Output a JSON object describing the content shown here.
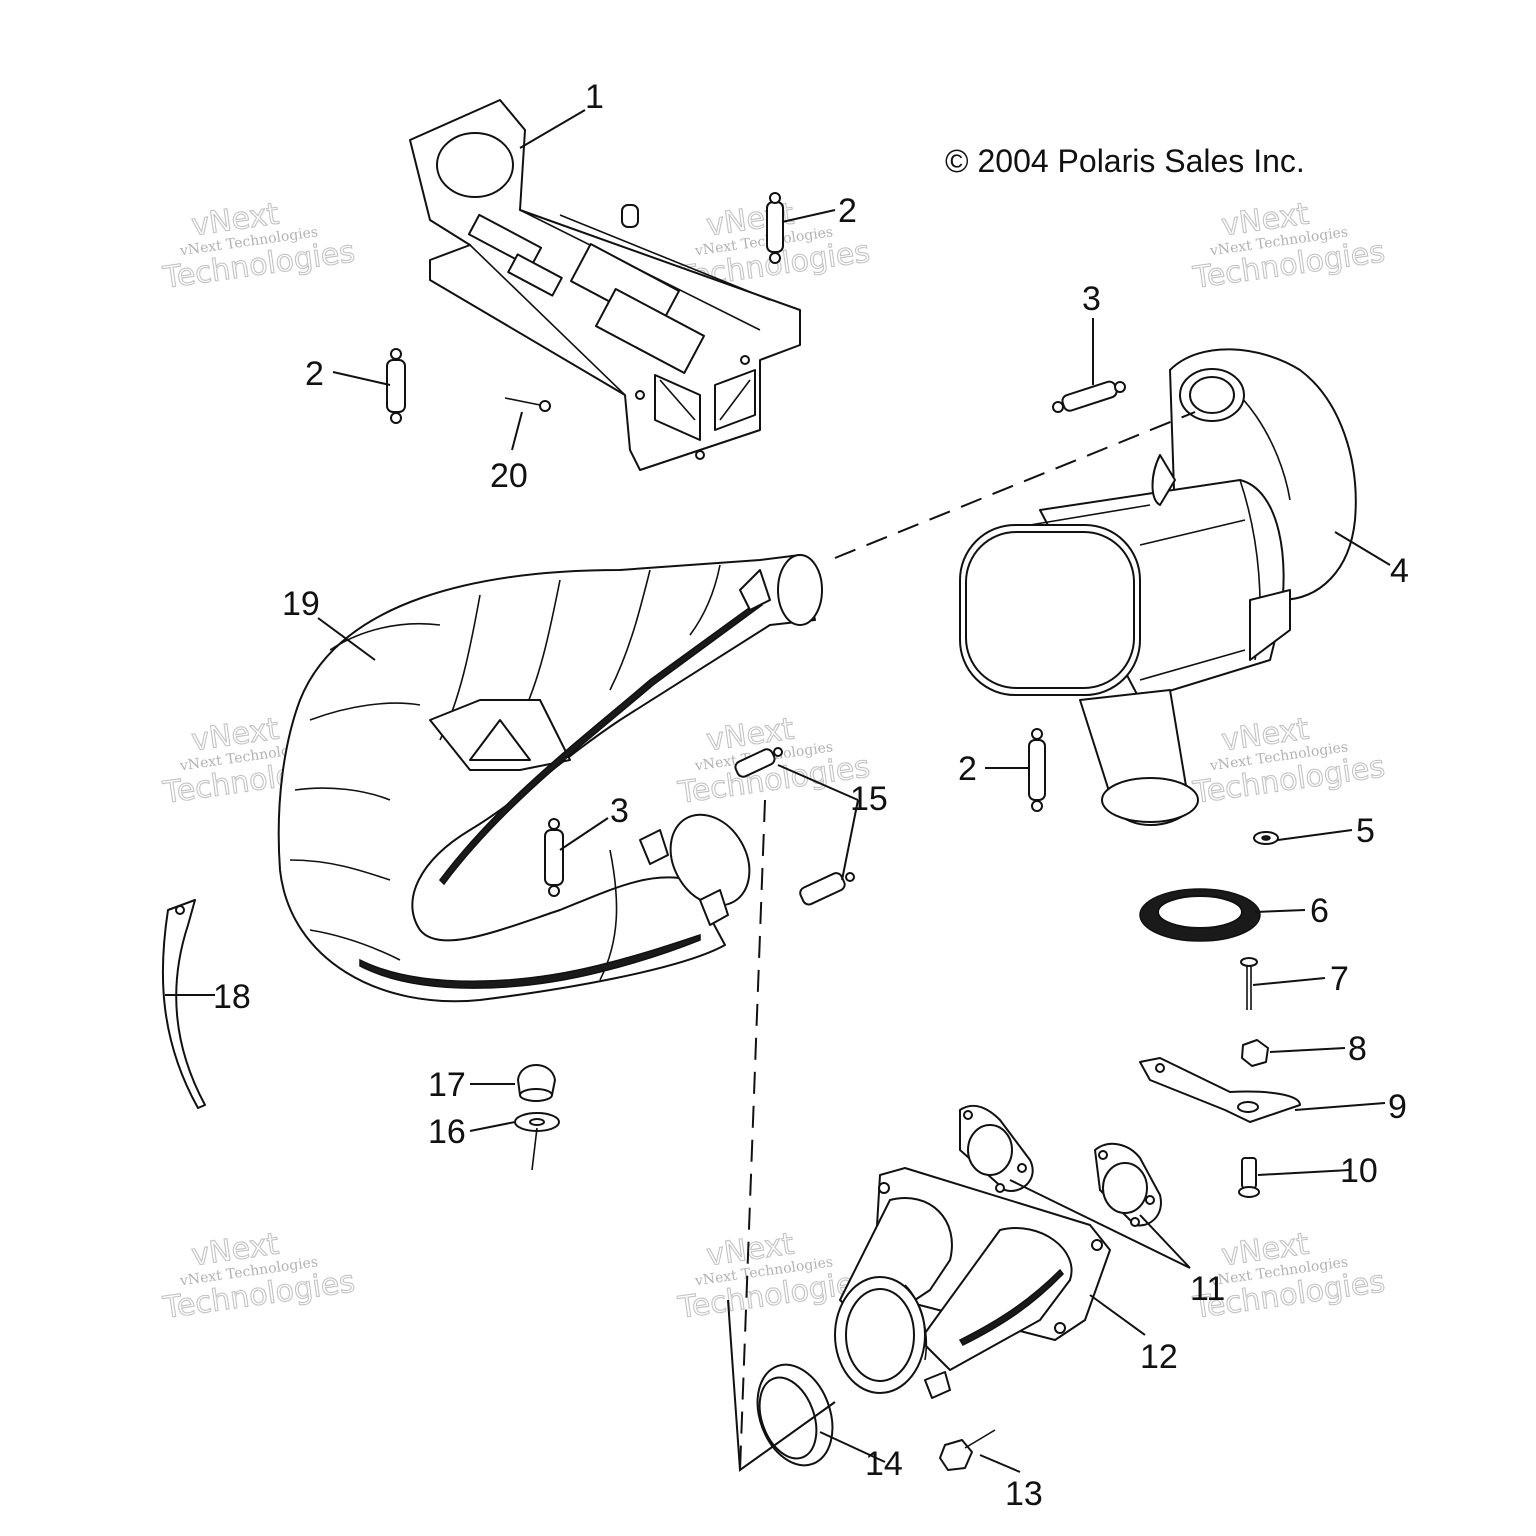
{
  "copyright": "© 2004 Polaris Sales Inc.",
  "watermark": {
    "line_small": "vNext Technologies",
    "line_top": "vNext",
    "line_bottom": "Technologies"
  },
  "callouts": [
    "1",
    "2",
    "2",
    "3",
    "2",
    "3",
    "4",
    "5",
    "6",
    "7",
    "8",
    "9",
    "10",
    "11",
    "12",
    "13",
    "14",
    "15",
    "16",
    "17",
    "18",
    "19",
    "20"
  ],
  "colors": {
    "ink": "#111111",
    "watermark": "#aaaaaa",
    "background": "#ffffff"
  }
}
